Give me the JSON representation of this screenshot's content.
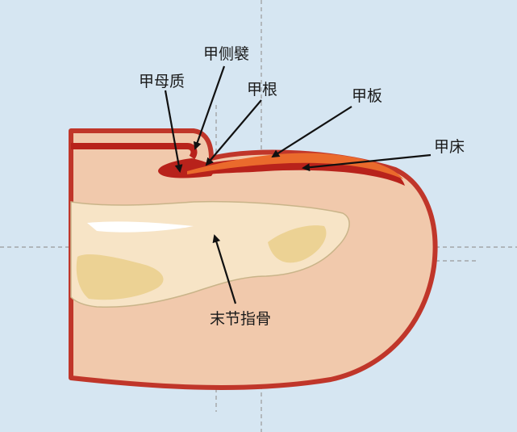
{
  "diagram": {
    "labels": {
      "matrix": "甲母质",
      "lateral_fold": "甲侧襞",
      "nail_root": "甲根",
      "nail_plate": "甲板",
      "nail_bed": "甲床",
      "distal_phalanx": "末节指骨"
    },
    "colors": {
      "background": "#d6e6f2",
      "skin": "#f1c9ac",
      "skin_outline": "#c0362a",
      "nail_plate": "#ea6a2c",
      "nail_bed": "#b8221b",
      "bone": "#f7e4c6",
      "bone_inner": "#ecd294",
      "guide_line": "#9a9a9a",
      "arrow": "#111111"
    }
  }
}
